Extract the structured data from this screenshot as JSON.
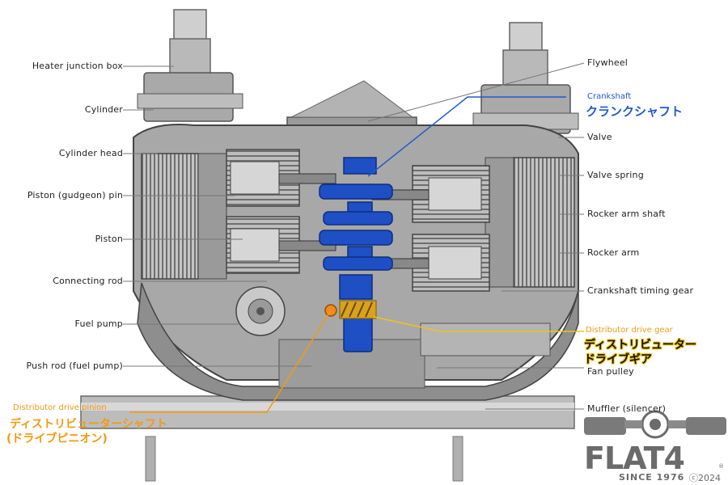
{
  "labels_left": [
    "Heater junction box",
    "Cylinder",
    "Cylinder head",
    "Piston (gudgeon) pin",
    "Piston",
    "Connecting rod",
    "Fuel pump",
    "Push rod (fuel pump)"
  ],
  "labels_right": [
    "Flywheel",
    "Valve",
    "Valve spring",
    "Rocker arm shaft",
    "Rocker arm",
    "Crankshaft timing gear",
    "Fan pulley",
    "Muffler (silencer)"
  ],
  "crankshaft": {
    "en": "Crankshaft",
    "jp": "クランクシャフト"
  },
  "distributor_gear": {
    "en": "Distributor drive gear",
    "jp_line1": "ディストリビューター",
    "jp_line2": "ドライブギア"
  },
  "distributor_pinion": {
    "en": "Distributor drive pinion",
    "jp_line1": "ディストリビューターシャフト",
    "jp_line2": "(ドライブピニオン)"
  },
  "logo": {
    "name": "FLAT4",
    "since": "SINCE 1976",
    "copyright": "ⓒ2024",
    "registered": "®"
  },
  "colors": {
    "blue": "#1f5bd0",
    "orange": "#f39a12",
    "yellow_outline": "#f2c21a",
    "engine_gray": "#8a8a8a"
  }
}
